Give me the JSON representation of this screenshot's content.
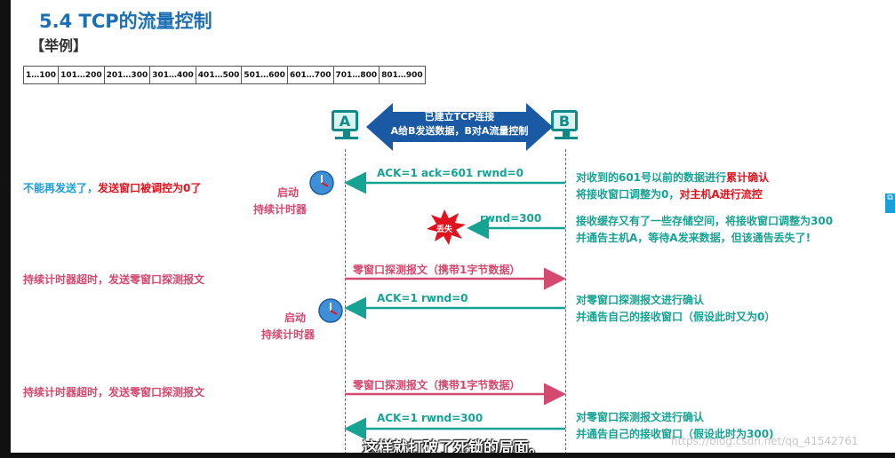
{
  "title": "5.4 TCP的流量控制",
  "subtitle": "【举例】",
  "sequence_blocks": [
    "1…100",
    "101…200",
    "201…300",
    "301…400",
    "401…500",
    "501…600",
    "601…700",
    "701…800",
    "801…900"
  ],
  "hosts": {
    "a": "A",
    "b": "B"
  },
  "connection": {
    "line1": "已建立TCP连接",
    "line2": "A给B发送数据，B对A流量控制"
  },
  "messages": [
    {
      "label": "ACK=1    ack=601    rwnd=0",
      "direction": "B-to-A"
    },
    {
      "label": "rwnd=300",
      "direction": "B-to-A",
      "lost": true
    },
    {
      "label": "零窗口探测报文（携带1字节数据）",
      "direction": "A-to-B"
    },
    {
      "label": "ACK=1                rwnd=0",
      "direction": "B-to-A"
    },
    {
      "label": "零窗口探测报文（携带1字节数据）",
      "direction": "A-to-B"
    },
    {
      "label": "ACK=1                rwnd=300",
      "direction": "B-to-A"
    }
  ],
  "left_notes": {
    "note1_part1": "不能再发送了，",
    "note1_part2": "发送窗口被调控为0了",
    "timer1_l1": "启动",
    "timer1_l2": "持续计时器",
    "note2": "持续计时器超时，发送零窗口探测报文",
    "timer2_l1": "启动",
    "timer2_l2": "持续计时器",
    "note3": "持续计时器超时，发送零窗口探测报文"
  },
  "right_notes": {
    "r1_l1_a": "对收到的601号以前的数据进行",
    "r1_l1_b": "累计确认",
    "r1_l2_a": "将接收窗口调整为0，",
    "r1_l2_b": "对主机A进行流控",
    "r2_l1": "接收缓存又有了一些存储空间，将接收窗口调整为300",
    "r2_l2": "并通告主机A，等待A发来数据，但该通告丢失了!",
    "r3_l1": "对零窗口探测报文进行确认",
    "r3_l2": "并通告自己的接收窗口（假设此时又为0）",
    "r4_l1": "对零窗口探测报文进行确认",
    "r4_l2": "并通告自己的接收窗口（假设此时为300)"
  },
  "lost_badge": "丢失",
  "subtitle_caption": "这样就打破了死锁的局面。",
  "watermark": "https://blog.csdn.net/qq_41542761",
  "colors": {
    "teal": "#17a394",
    "pink": "#d4496f",
    "blue_title": "#1b6fb5",
    "red": "#e0141e"
  }
}
